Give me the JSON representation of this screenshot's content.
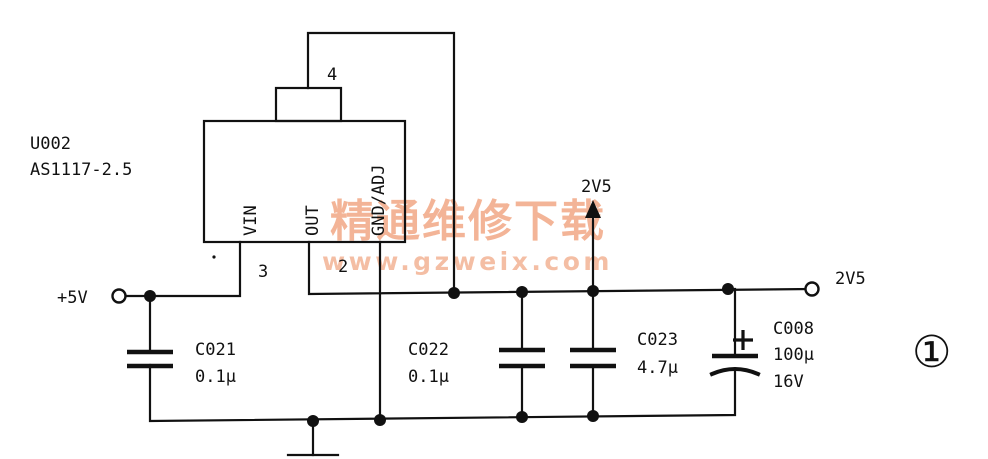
{
  "ic": {
    "ref": "U002",
    "part": "AS1117-2.5",
    "pin_vin": "VIN",
    "pin_out": "OUT",
    "pin_gnd_adj": "GND/ADJ",
    "pin_num_tab": "4",
    "pin_num_vin": "3",
    "pin_num_out": "2"
  },
  "nets": {
    "input": "+5V",
    "output": "2V5",
    "output_arrow": "2V5"
  },
  "capacitors": [
    {
      "ref": "C021",
      "value": "0.1μ"
    },
    {
      "ref": "C022",
      "value": "0.1μ"
    },
    {
      "ref": "C023",
      "value": "4.7μ"
    },
    {
      "ref": "C008",
      "value": "100μ",
      "voltage": "16V",
      "polarity": "+"
    }
  ],
  "watermark": {
    "title": "精通维修下载",
    "url": "www.gzweix.com"
  },
  "figure_number": "①"
}
